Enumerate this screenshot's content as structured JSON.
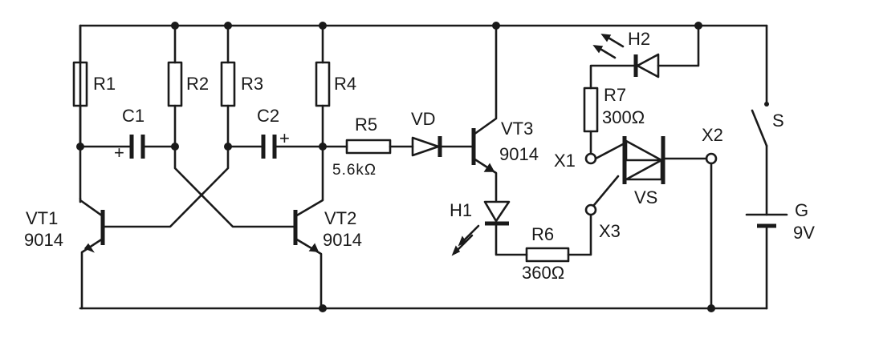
{
  "colors": {
    "ink": "#1a1a1a",
    "background": "#ffffff"
  },
  "labels": {
    "r1": "R1",
    "r2": "R2",
    "r3": "R3",
    "r4": "R4",
    "c1": "C1",
    "c2": "C2",
    "c1_plus": "+",
    "c2_plus": "+",
    "r5": "R5",
    "r5_value": "5.6kΩ",
    "vd": "VD",
    "vt3": "VT3",
    "vt3_type": "9014",
    "vt1": "VT1",
    "vt1_type": "9014",
    "vt2": "VT2",
    "vt2_type": "9014",
    "h1": "H1",
    "h2": "H2",
    "r6": "R6",
    "r6_value": "360Ω",
    "r7": "R7",
    "r7_value": "300Ω",
    "x1": "X1",
    "x2": "X2",
    "x3": "X3",
    "vs": "VS",
    "s": "S",
    "g": "G",
    "g_value": "9V"
  }
}
